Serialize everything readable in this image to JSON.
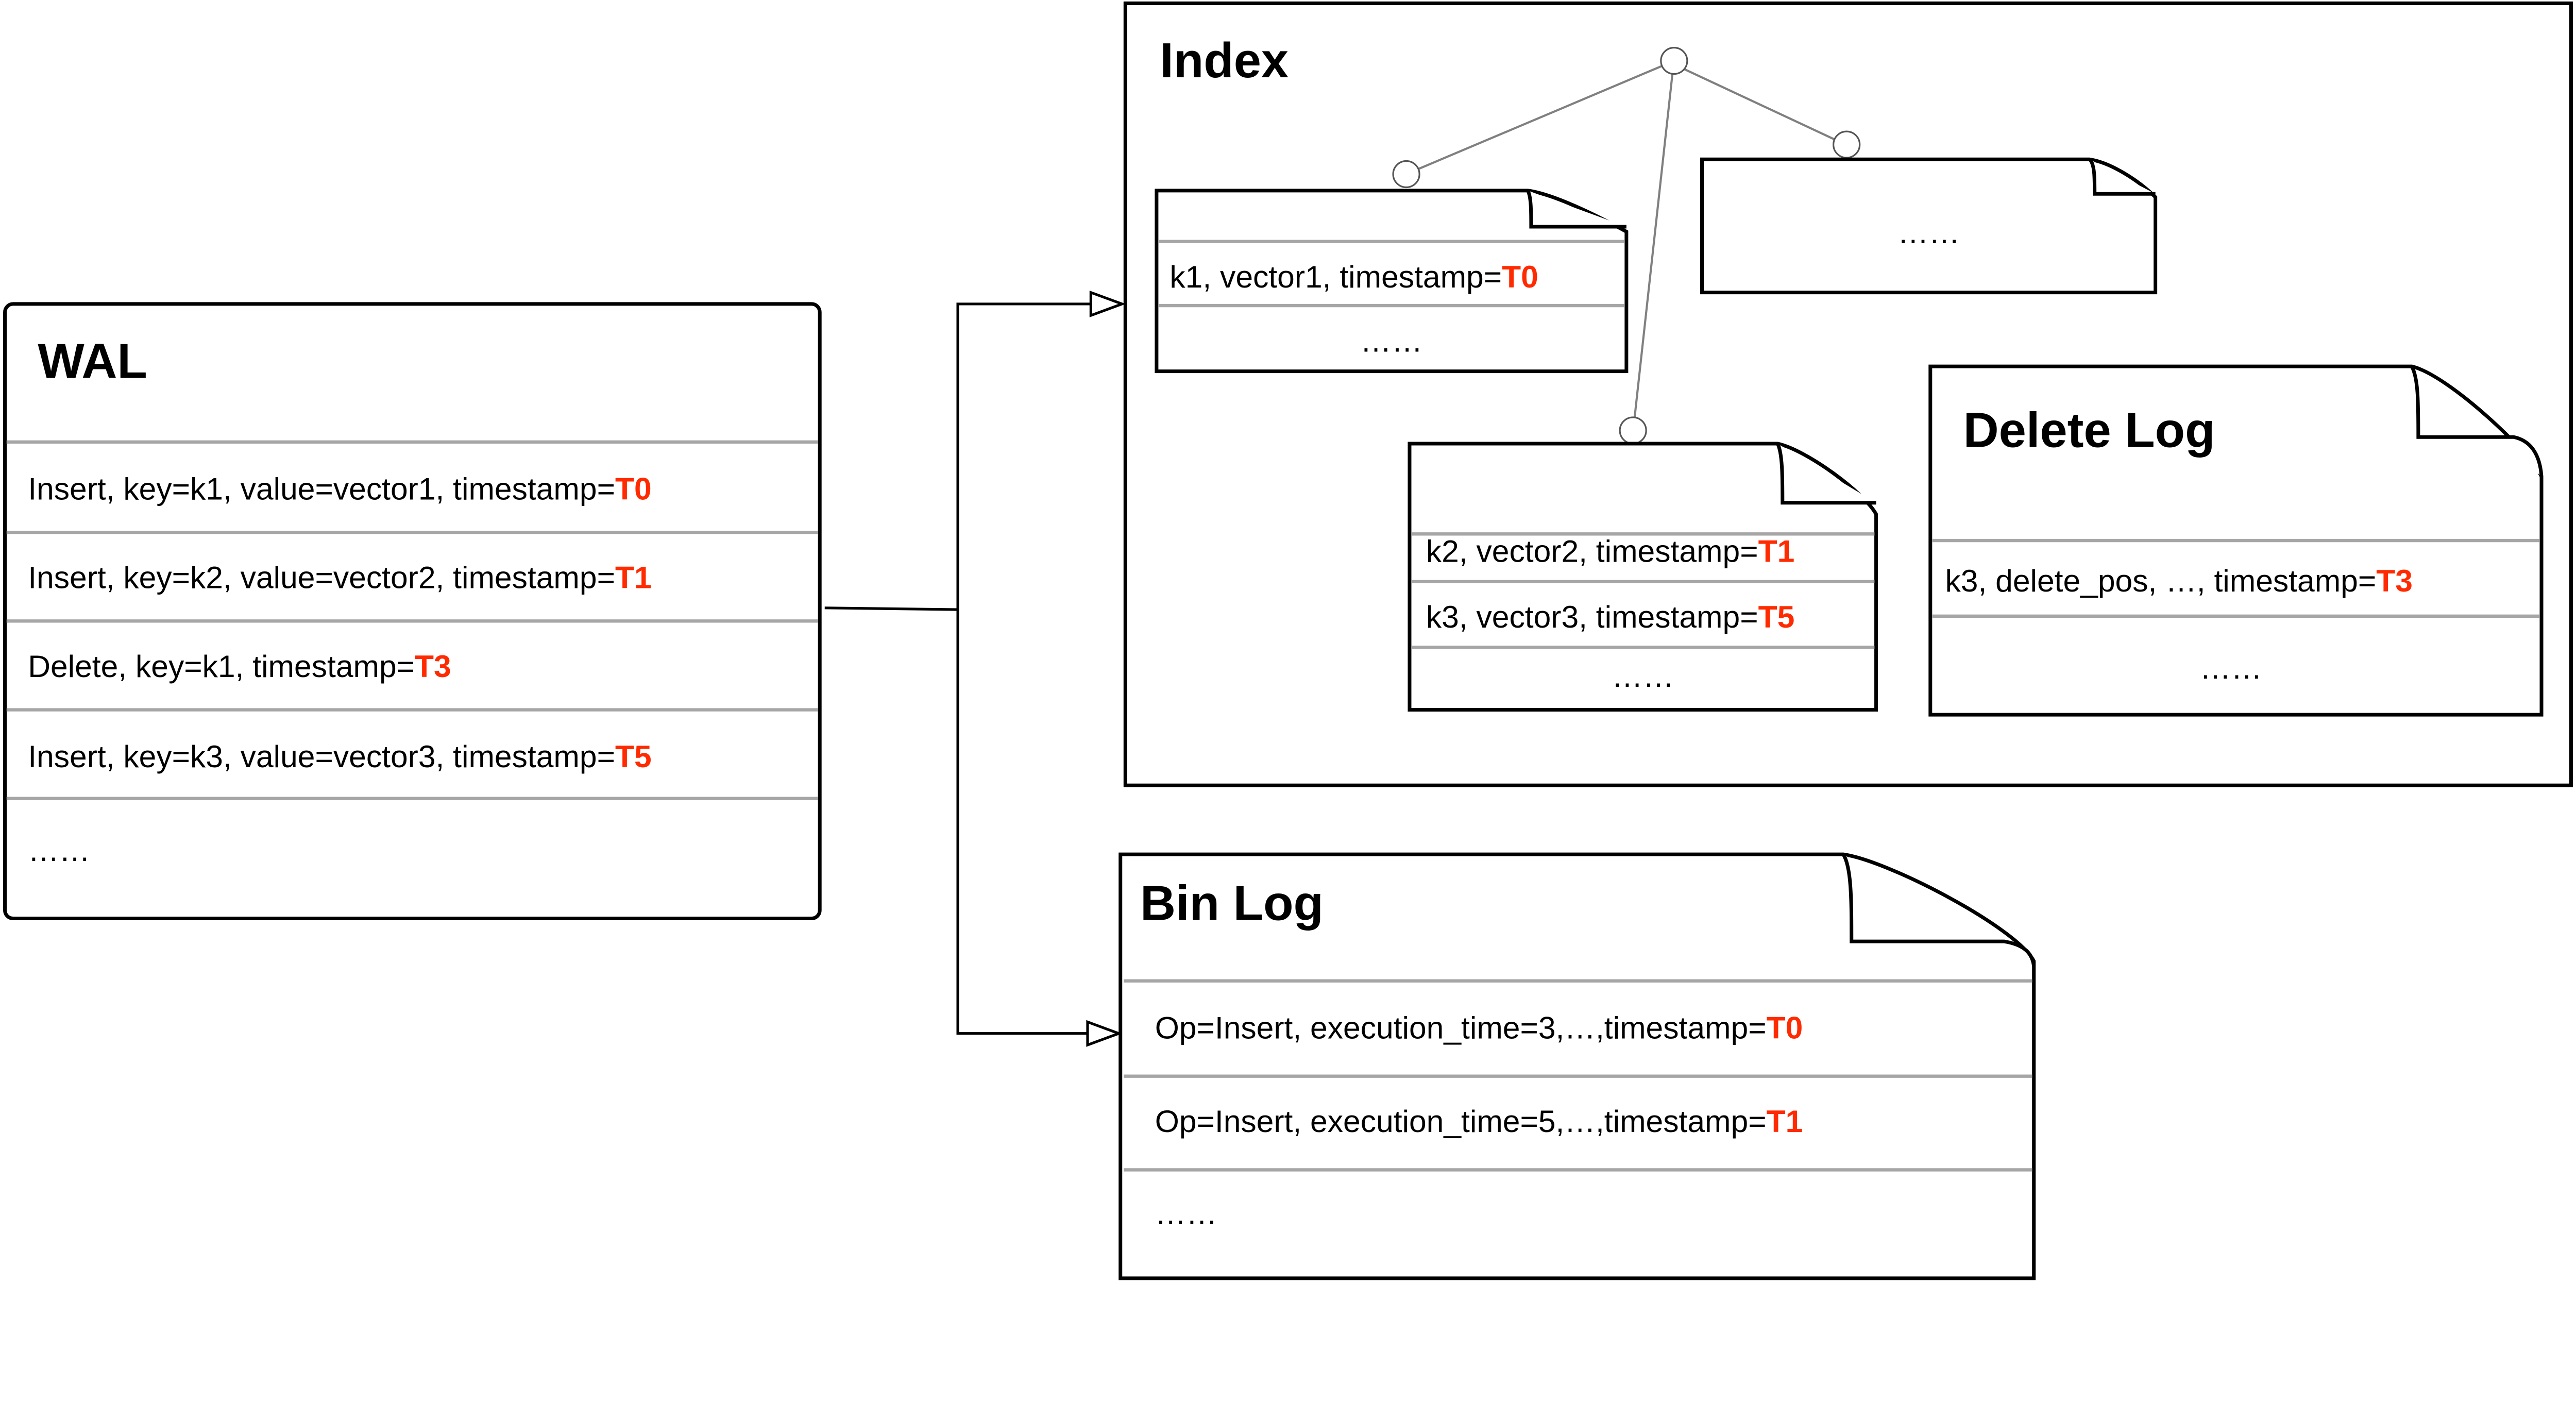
{
  "colors": {
    "timestamp": "#ff2a00",
    "separator": "#a6a6a6",
    "border": "#000000",
    "tree_edge": "#808080"
  },
  "wal": {
    "title": "WAL",
    "rows": [
      {
        "text": "Insert, key=k1, value=vector1, timestamp=",
        "ts": "T0"
      },
      {
        "text": "Insert, key=k2, value=vector2, timestamp=",
        "ts": "T1"
      },
      {
        "text": "Delete, key=k1, timestamp=",
        "ts": "T3"
      },
      {
        "text": "Insert, key=k3, value=vector3, timestamp=",
        "ts": "T5"
      }
    ],
    "more": "……"
  },
  "index": {
    "title": "Index",
    "segment1": {
      "rows": [
        {
          "text": "k1, vector1, timestamp=",
          "ts": "T0"
        }
      ],
      "more": "……"
    },
    "segment2": {
      "more": "……"
    },
    "segment3": {
      "rows": [
        {
          "text": "k2, vector2, timestamp=",
          "ts": "T1"
        },
        {
          "text": "k3, vector3, timestamp=",
          "ts": "T5"
        }
      ],
      "more": "……"
    },
    "delete_log": {
      "title": "Delete Log",
      "rows": [
        {
          "text": "k3, delete_pos, …, timestamp=",
          "ts": "T3"
        }
      ],
      "more": "……"
    }
  },
  "bin_log": {
    "title": "Bin Log",
    "rows": [
      {
        "text": "Op=Insert, execution_time=3,…,timestamp=",
        "ts": "T0"
      },
      {
        "text": "Op=Insert, execution_time=5,…,timestamp=",
        "ts": "T1"
      }
    ],
    "more": "……"
  }
}
